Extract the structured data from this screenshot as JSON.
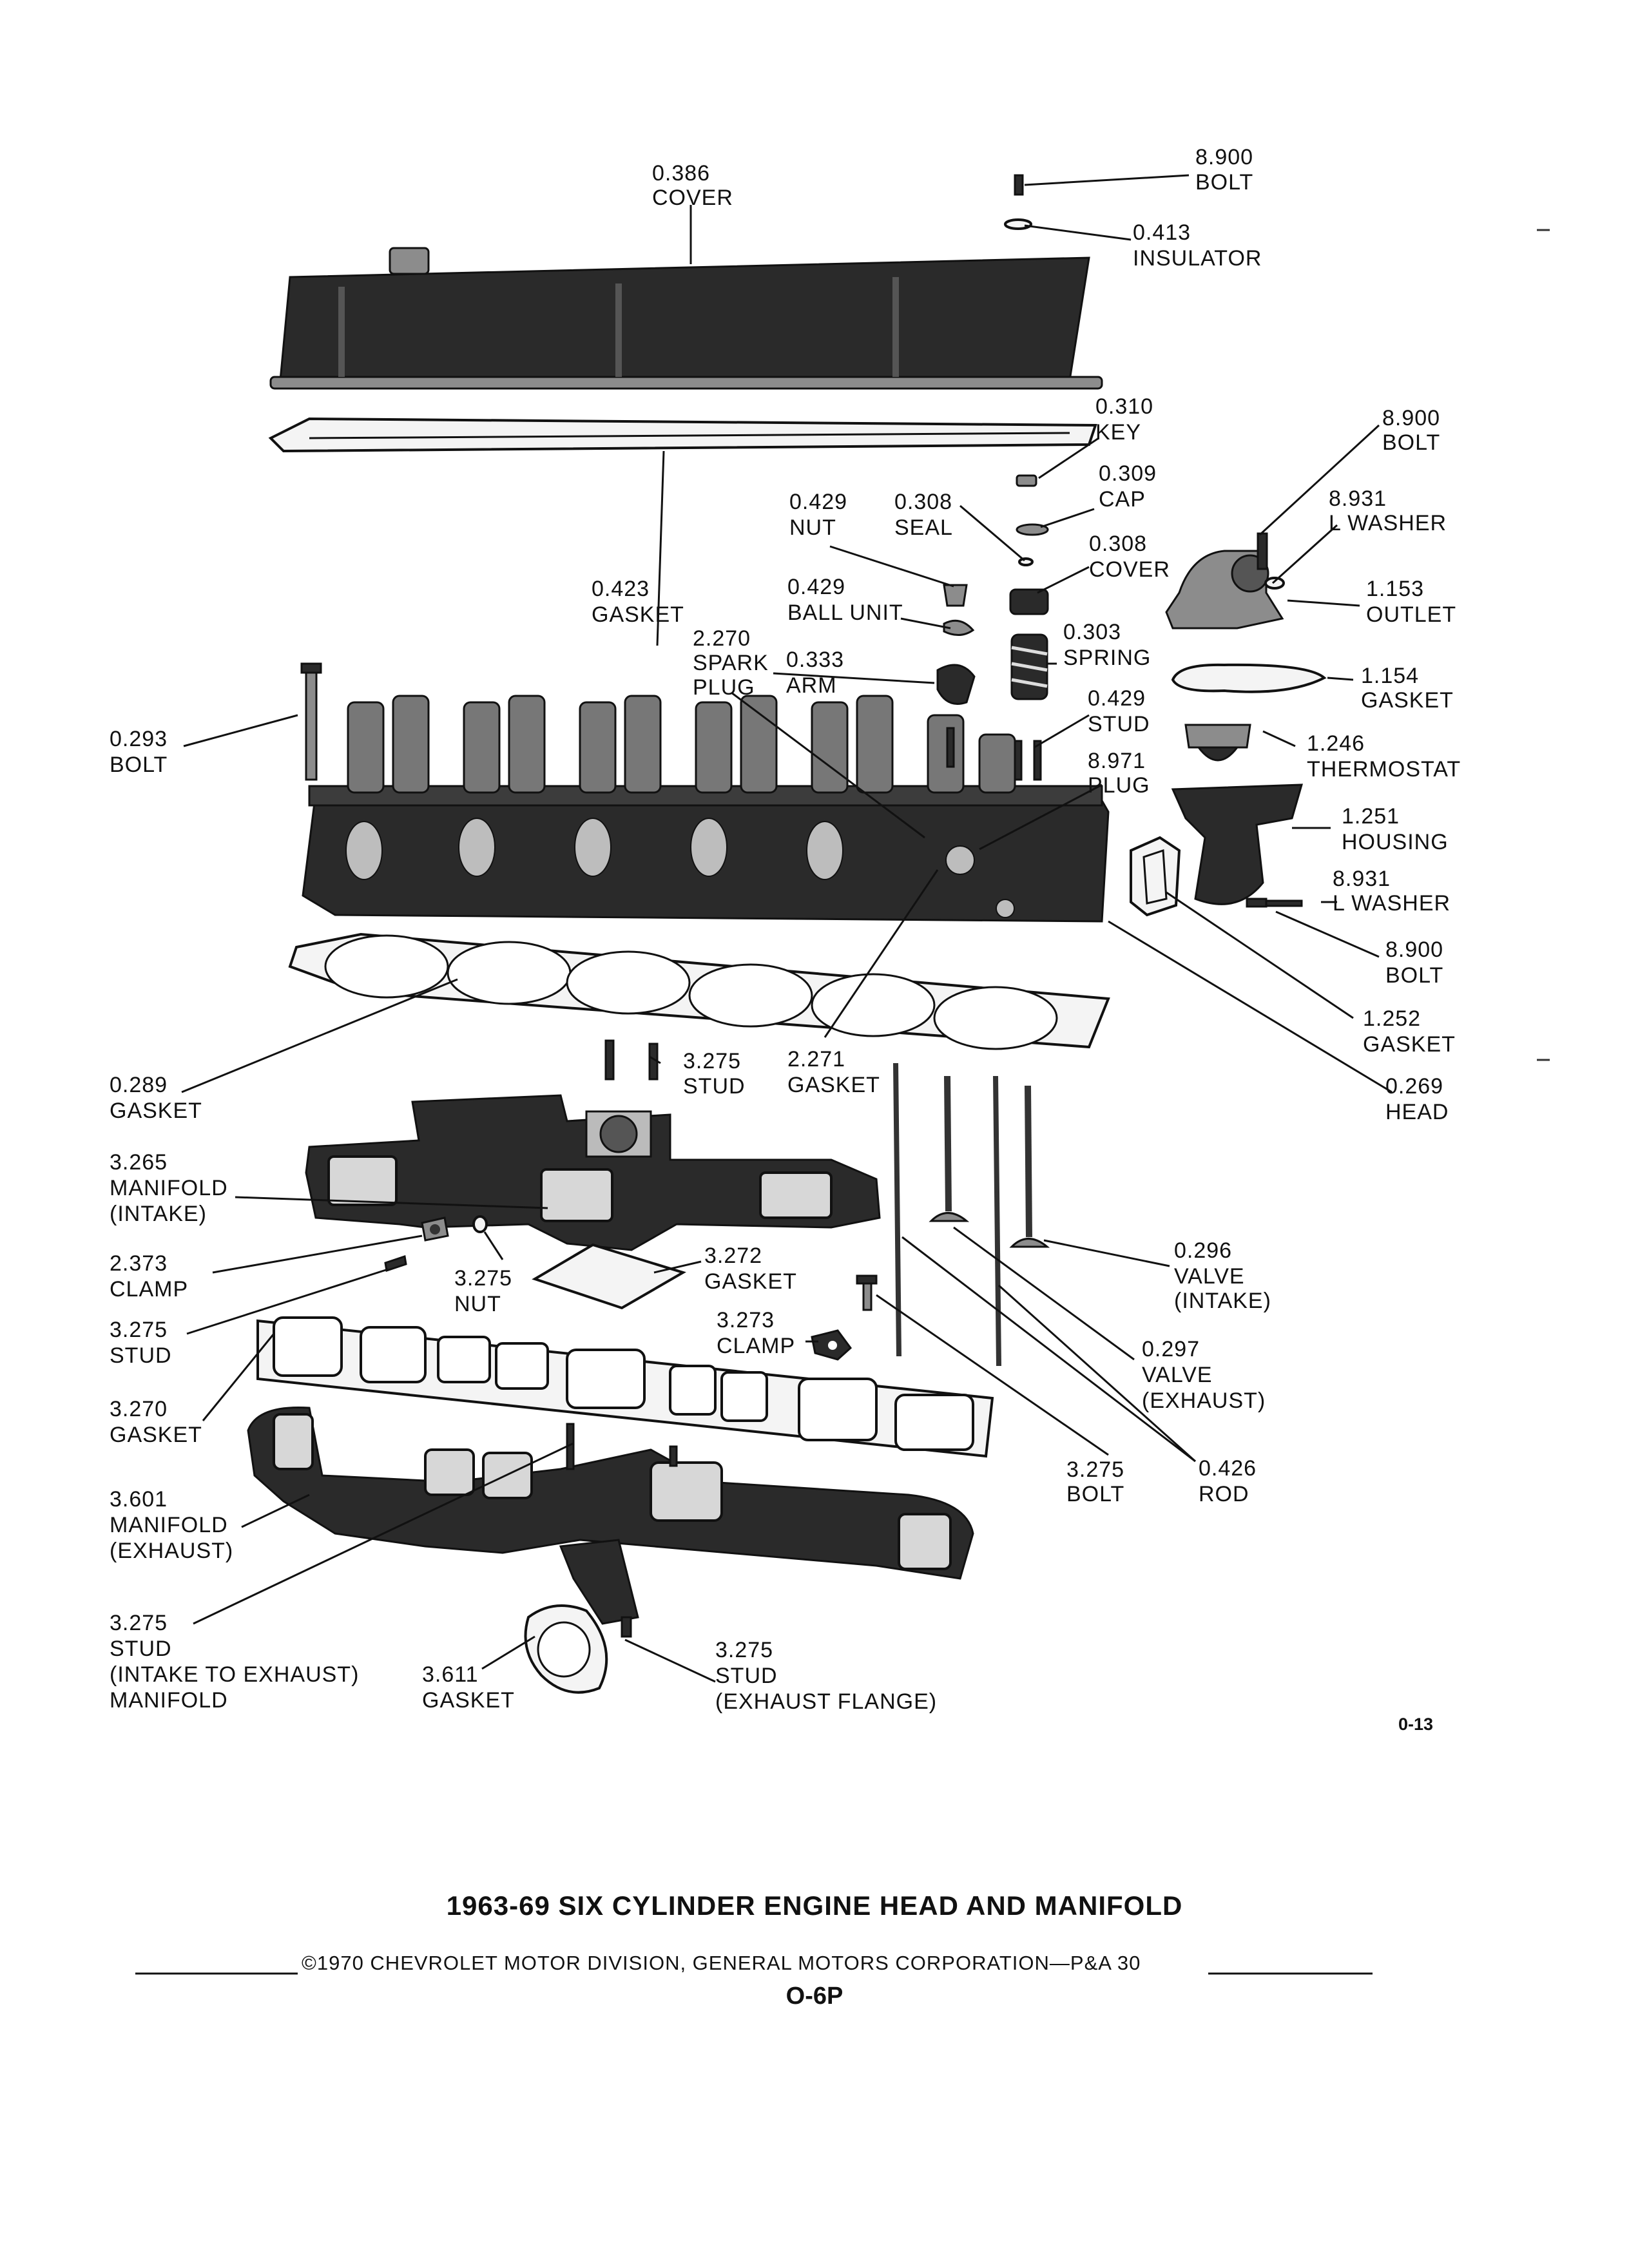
{
  "callouts": {
    "cover_386": {
      "number": "0.386",
      "name": "COVER"
    },
    "bolt_900_top": {
      "number": "8.900",
      "name": "BOLT"
    },
    "insulator_413": {
      "number": "0.413",
      "name": "INSULATOR"
    },
    "key_310": {
      "number": "0.310",
      "name": "KEY"
    },
    "cap_309": {
      "number": "0.309",
      "name": "CAP"
    },
    "nut_429": {
      "number": "0.429",
      "name": "NUT"
    },
    "seal_308": {
      "number": "0.308",
      "name": "SEAL"
    },
    "cover_308": {
      "number": "0.308",
      "name": "COVER"
    },
    "gasket_423": {
      "number": "0.423",
      "name": "GASKET"
    },
    "ball_unit_429": {
      "number": "0.429",
      "name": "BALL UNIT"
    },
    "spring_303": {
      "number": "0.303",
      "name": "SPRING"
    },
    "spark_plug_270": {
      "number": "2.270",
      "name1": "SPARK",
      "name2": "PLUG"
    },
    "arm_333": {
      "number": "0.333",
      "name": "ARM"
    },
    "stud_429": {
      "number": "0.429",
      "name": "STUD"
    },
    "bolt_900_right": {
      "number": "8.900",
      "name": "BOLT"
    },
    "lwasher_931_top": {
      "number": "8.931",
      "name": "L WASHER"
    },
    "outlet_153": {
      "number": "1.153",
      "name": "OUTLET"
    },
    "gasket_154": {
      "number": "1.154",
      "name": "GASKET"
    },
    "thermostat_246": {
      "number": "1.246",
      "name": "THERMOSTAT"
    },
    "plug_971": {
      "number": "8.971",
      "name": "PLUG"
    },
    "housing_251": {
      "number": "1.251",
      "name": "HOUSING"
    },
    "bolt_293": {
      "number": "0.293",
      "name": "BOLT"
    },
    "lwasher_931_low": {
      "number": "8.931",
      "name": "L WASHER"
    },
    "bolt_900_low": {
      "number": "8.900",
      "name": "BOLT"
    },
    "gasket_252": {
      "number": "1.252",
      "name": "GASKET"
    },
    "head_269": {
      "number": "0.269",
      "name": "HEAD"
    },
    "gasket_289": {
      "number": "0.289",
      "name": "GASKET"
    },
    "stud_275_top": {
      "number": "3.275",
      "name": "STUD"
    },
    "gasket_271": {
      "number": "2.271",
      "name": "GASKET"
    },
    "manifold_intake_265": {
      "number": "3.265",
      "name1": "MANIFOLD",
      "name2": "(INTAKE)"
    },
    "valve_intake_296": {
      "number": "0.296",
      "name1": "VALVE",
      "name2": "(INTAKE)"
    },
    "clamp_373": {
      "number": "2.373",
      "name": "CLAMP"
    },
    "nut_275": {
      "number": "3.275",
      "name": "NUT"
    },
    "gasket_272": {
      "number": "3.272",
      "name": "GASKET"
    },
    "stud_275_left": {
      "number": "3.275",
      "name": "STUD"
    },
    "clamp_273": {
      "number": "3.273",
      "name": "CLAMP"
    },
    "valve_exhaust_297": {
      "number": "0.297",
      "name1": "VALVE",
      "name2": "(EXHAUST)"
    },
    "gasket_270": {
      "number": "3.270",
      "name": "GASKET"
    },
    "bolt_275": {
      "number": "3.275",
      "name": "BOLT"
    },
    "rod_426": {
      "number": "0.426",
      "name": "ROD"
    },
    "manifold_exhaust_601": {
      "number": "3.601",
      "name1": "MANIFOLD",
      "name2": "(EXHAUST)"
    },
    "stud_275_int_exh": {
      "number": "3.275",
      "name1": "STUD",
      "name2": "(INTAKE TO EXHAUST)",
      "name3": "MANIFOLD"
    },
    "gasket_611": {
      "number": "3.611",
      "name": "GASKET"
    },
    "stud_275_flange": {
      "number": "3.275",
      "name1": "STUD",
      "name2": "(EXHAUST FLANGE)"
    }
  },
  "figure_number": "0-13",
  "title": "1963-69 SIX CYLINDER ENGINE HEAD AND MANIFOLD",
  "footer": "©1970 CHEVROLET MOTOR DIVISION, GENERAL MOTORS CORPORATION—P&A 30",
  "page_code": "O-6P"
}
